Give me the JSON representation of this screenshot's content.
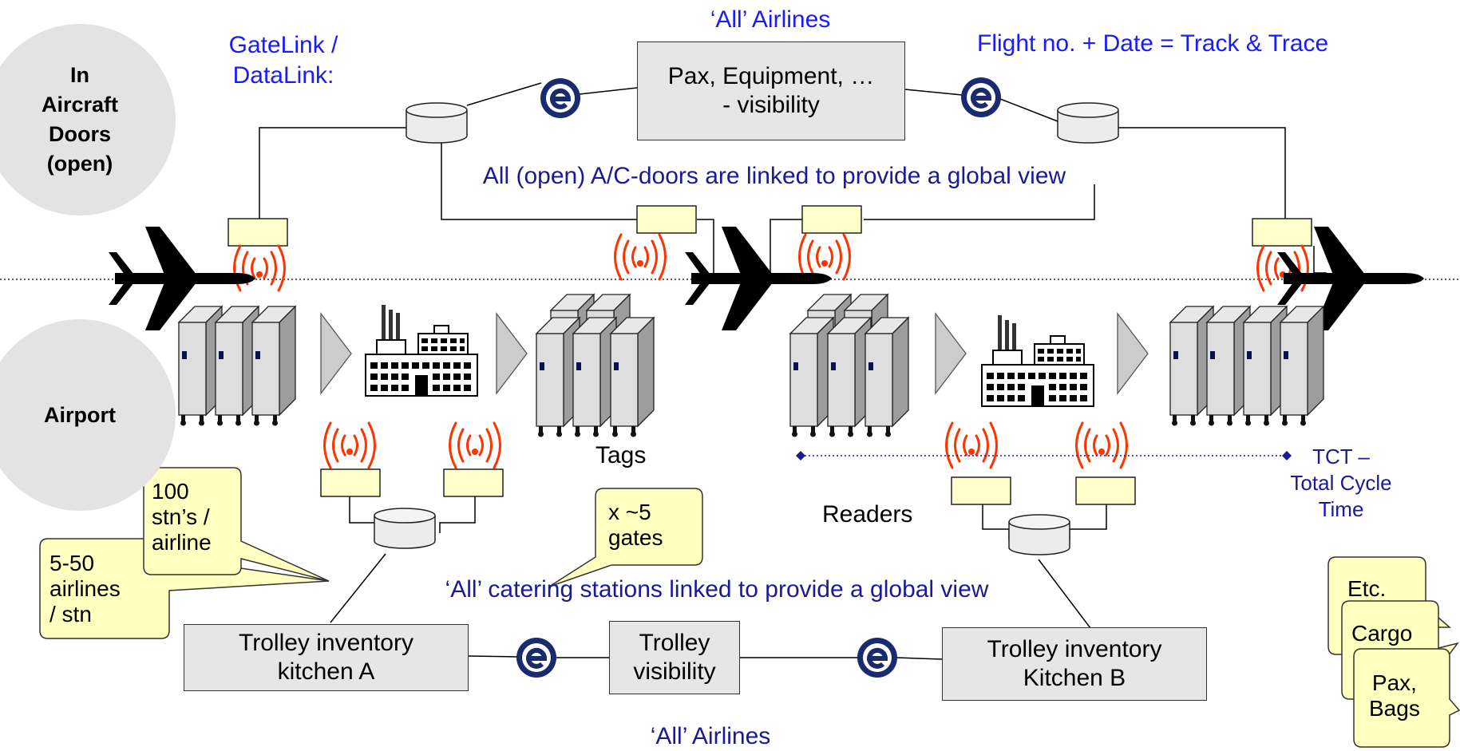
{
  "zones": {
    "aircraft_doors": "In\nAircraft\nDoors\n(open)",
    "airport": "Airport"
  },
  "top": {
    "airlines_label": "‘All’ Airlines",
    "gatelink": "GateLink /\nDataLink:",
    "flight_track": "Flight no. + Date = Track & Trace",
    "central_box": "Pax, Equipment, …\n- visibility",
    "doors_linked": "All (open) A/C-doors are linked to provide a global view"
  },
  "middle": {
    "tags": "Tags",
    "readers": "Readers",
    "tct": "TCT –\nTotal Cycle\nTime"
  },
  "bottom": {
    "stations_linked": "‘All’ catering stations linked to provide a global view",
    "kitchen_a": "Trolley  inventory\nkitchen A",
    "trolley_visibility": "Trolley\nvisibility",
    "kitchen_b": "Trolley inventory\nKitchen B",
    "airlines_label": "‘All’ Airlines"
  },
  "callouts": {
    "airlines_per_station": "5-50\nairlines\n/ stn",
    "stations_per_airline": "100\nstn’s /\nairline",
    "gates": "x ~5\ngates",
    "etc": "Etc.",
    "cargo": "Cargo",
    "pax_bags": "Pax,\nBags"
  },
  "colors": {
    "blue_text": "#1a1aff",
    "navy_text": "#1a1a99",
    "box_fill": "#e6e6e6",
    "zone_circle": "#e3e3e3",
    "callout_fill": "#ffffc0",
    "reader_fill": "#ffffcc",
    "rfid_waves": "#ff3300",
    "timeline": "#1a1a99"
  },
  "icons": [
    "aircraft-icon",
    "trolley-icon",
    "factory-icon",
    "e-hub-icon",
    "database-icon",
    "rfid-reader-icon",
    "rfid-waves-icon",
    "arrow-chevron-icon"
  ]
}
